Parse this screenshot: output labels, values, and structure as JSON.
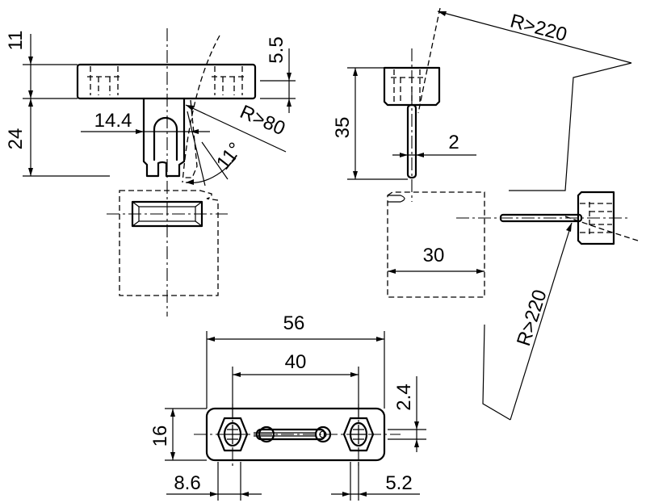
{
  "dimensions": {
    "top_height": "11",
    "bottom_height": "24",
    "offset_width": "14.4",
    "step_height": "5.5",
    "radius_short": "R>80",
    "swing_angle": "11°",
    "key_length": "35",
    "pin_diameter": "2",
    "radius_long_top": "R>220",
    "radius_long_bottom": "R>220",
    "head_width": "30",
    "overall_length": "56",
    "mounting_pitch": "40",
    "plate_thickness": "2.4",
    "plate_height": "16",
    "hole_offset": "8.6",
    "hole_diameter": "5.2"
  },
  "colors": {
    "line": "#000000",
    "background": "#ffffff"
  }
}
